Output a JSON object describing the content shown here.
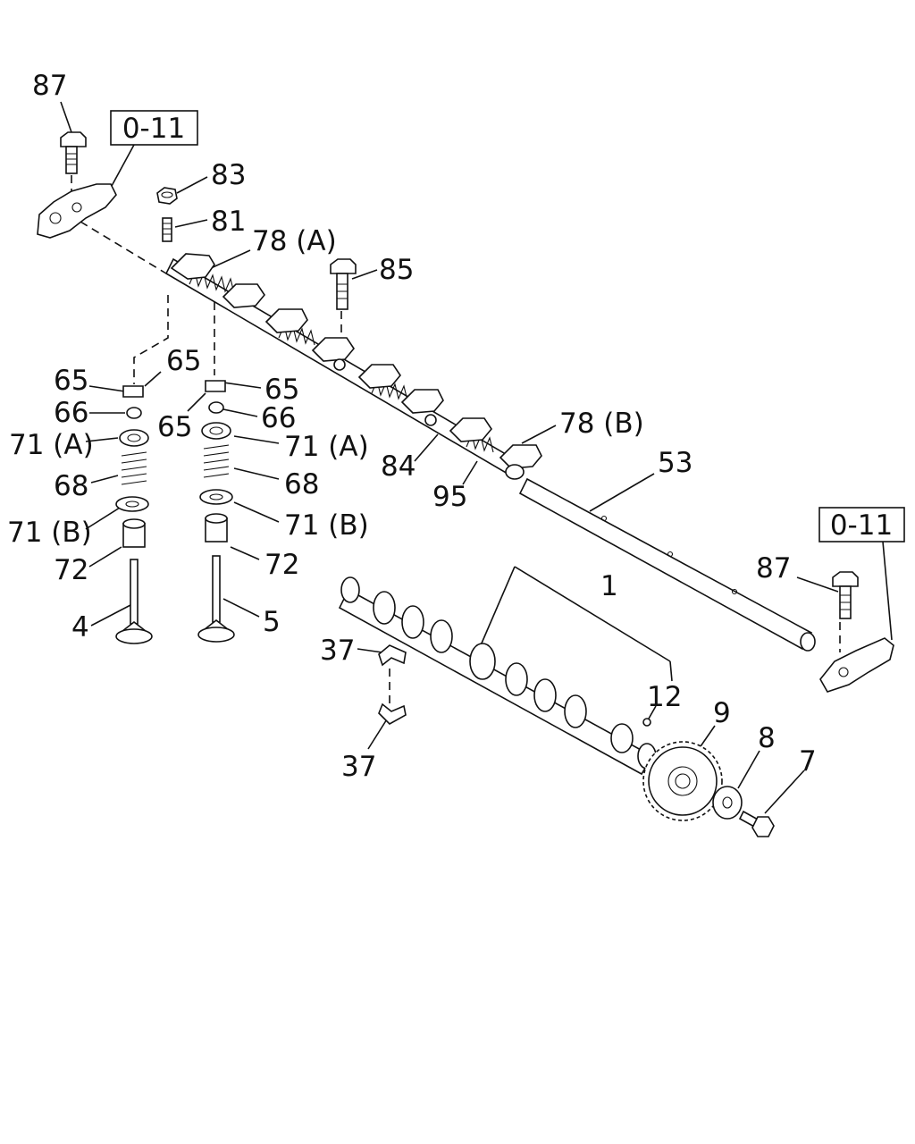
{
  "diagram": {
    "refs": {
      "top_left": "0-11",
      "right": "0-11"
    },
    "callouts": {
      "c87a": "87",
      "c83": "83",
      "c81": "81",
      "c78a": "78 (A)",
      "c85": "85",
      "c65a": "65",
      "c65b": "65",
      "c65c": "65",
      "c65d": "65",
      "c66a": "66",
      "c66b": "66",
      "c71a1": "71 (A)",
      "c71a2": "71 (A)",
      "c68a": "68",
      "c68b": "68",
      "c71b1": "71 (B)",
      "c71b2": "71 (B)",
      "c72a": "72",
      "c72b": "72",
      "c4": "4",
      "c5": "5",
      "c78b": "78 (B)",
      "c84": "84",
      "c95": "95",
      "c53": "53",
      "c87b": "87",
      "c1": "1",
      "c37a": "37",
      "c37b": "37",
      "c12": "12",
      "c9": "9",
      "c8": "8",
      "c7": "7"
    }
  }
}
